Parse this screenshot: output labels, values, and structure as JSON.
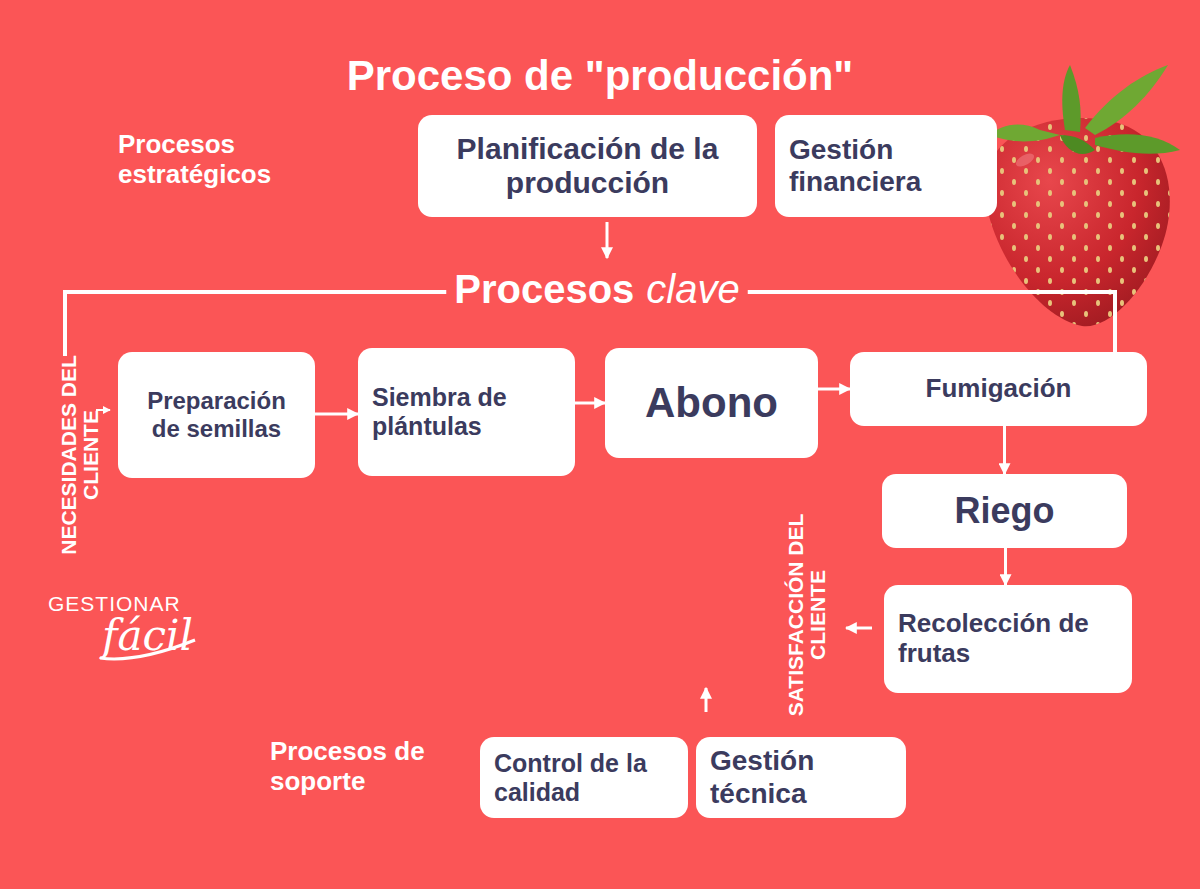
{
  "diagram": {
    "title": "Proceso de \"producción\"",
    "nodes": [
      {
        "text": [
          "Planificación de la producción"
        ]
      },
      {
        "text": [
          "Gestión financiera"
        ]
      },
      {
        "text": [
          "Preparación de semillas"
        ]
      },
      {
        "text": [
          "Siembra de plántulas"
        ]
      },
      {
        "text": [
          "Abono"
        ]
      },
      {
        "text": [
          "Fumigación"
        ]
      },
      {
        "text": [
          "Riego"
        ]
      },
      {
        "text": [
          "Recolección de frutas"
        ]
      },
      {
        "text": [
          "Control de la calidad"
        ]
      },
      {
        "text": [
          "Gestión técnica"
        ]
      }
    ],
    "edges": [
      {
        "from": 2,
        "to": 3,
        "arrow": "to"
      },
      {
        "from": 3,
        "to": 4,
        "arrow": "to"
      },
      {
        "from": 4,
        "to": 5,
        "arrow": "to"
      },
      {
        "from": 5,
        "to": 6,
        "arrow": "to"
      },
      {
        "from": 6,
        "to": 7,
        "arrow": "to"
      }
    ],
    "labels": [
      "Procesos estratégicos",
      "Procesos",
      "clave",
      "NECESIDADES DEL CLIENTE",
      "SATISFACCIÓN DEL CLIENTE",
      "Procesos de soporte",
      "GESTIONAR",
      "fácil"
    ]
  }
}
